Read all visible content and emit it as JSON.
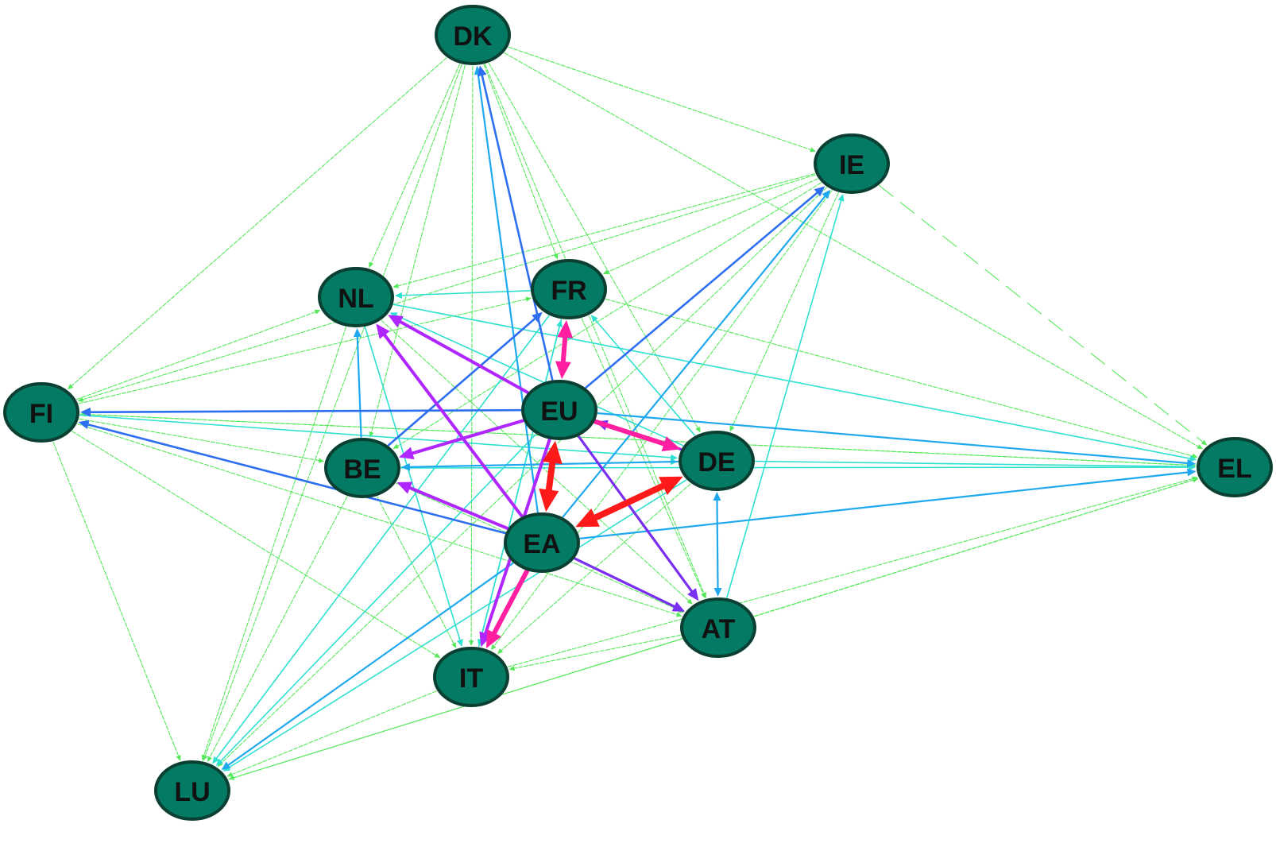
{
  "nodes": [
    {
      "id": "DK",
      "label": "DK"
    },
    {
      "id": "IE",
      "label": "IE"
    },
    {
      "id": "FR",
      "label": "FR"
    },
    {
      "id": "NL",
      "label": "NL"
    },
    {
      "id": "FI",
      "label": "FI"
    },
    {
      "id": "EU",
      "label": "EU"
    },
    {
      "id": "BE",
      "label": "BE"
    },
    {
      "id": "DE",
      "label": "DE"
    },
    {
      "id": "EL",
      "label": "EL"
    },
    {
      "id": "EA",
      "label": "EA"
    },
    {
      "id": "AT",
      "label": "AT"
    },
    {
      "id": "IT",
      "label": "IT"
    },
    {
      "id": "LU",
      "label": "LU"
    }
  ],
  "colors": {
    "node_fill": "#037a63",
    "node_stroke": "#0b3f32",
    "label": "#111111",
    "strength_1": "#55e85a",
    "strength_2": "#2fe0d0",
    "strength_3": "#1fa8ee",
    "strength_4": "#2e6ef0",
    "strength_5": "#7a2ef0",
    "strength_6": "#b026ff",
    "strength_7": "#ff1fa0",
    "strength_8": "#ff1a1a"
  },
  "edges": [
    {
      "from": "EA",
      "to": "EU",
      "strength": 8,
      "bidirectional": true
    },
    {
      "from": "EA",
      "to": "DE",
      "strength": 8,
      "bidirectional": true
    },
    {
      "from": "EU",
      "to": "FR",
      "strength": 7,
      "bidirectional": true
    },
    {
      "from": "EU",
      "to": "DE",
      "strength": 7
    },
    {
      "from": "EA",
      "to": "IT",
      "strength": 7
    },
    {
      "from": "EU",
      "to": "IT",
      "strength": 6
    },
    {
      "from": "EU",
      "to": "NL",
      "strength": 6
    },
    {
      "from": "EA",
      "to": "NL",
      "strength": 6
    },
    {
      "from": "EU",
      "to": "BE",
      "strength": 6
    },
    {
      "from": "EA",
      "to": "BE",
      "strength": 6
    },
    {
      "from": "EA",
      "to": "AT",
      "strength": 5
    },
    {
      "from": "EU",
      "to": "AT",
      "strength": 5
    },
    {
      "from": "DE",
      "to": "EU",
      "strength": 5
    },
    {
      "from": "EU",
      "to": "DK",
      "strength": 4
    },
    {
      "from": "EU",
      "to": "FI",
      "strength": 4
    },
    {
      "from": "EA",
      "to": "FI",
      "strength": 4
    },
    {
      "from": "BE",
      "to": "FR",
      "strength": 4
    },
    {
      "from": "EU",
      "to": "IE",
      "strength": 4
    },
    {
      "from": "EA",
      "to": "IE",
      "strength": 3
    },
    {
      "from": "EA",
      "to": "DK",
      "strength": 3
    },
    {
      "from": "DE",
      "to": "BE",
      "strength": 3
    },
    {
      "from": "EA",
      "to": "EL",
      "strength": 3
    },
    {
      "from": "EU",
      "to": "EL",
      "strength": 3
    },
    {
      "from": "DE",
      "to": "AT",
      "strength": 3,
      "bidirectional": true
    },
    {
      "from": "EA",
      "to": "LU",
      "strength": 3
    },
    {
      "from": "BE",
      "to": "NL",
      "strength": 3
    },
    {
      "from": "FR",
      "to": "NL",
      "strength": 2
    },
    {
      "from": "DE",
      "to": "FR",
      "strength": 2
    },
    {
      "from": "DE",
      "to": "NL",
      "strength": 2
    },
    {
      "from": "NL",
      "to": "IT",
      "strength": 2
    },
    {
      "from": "EU",
      "to": "LU",
      "strength": 2
    },
    {
      "from": "FR",
      "to": "IT",
      "strength": 2
    },
    {
      "from": "BE",
      "to": "DE",
      "strength": 2
    },
    {
      "from": "FR",
      "to": "LU",
      "strength": 2
    },
    {
      "from": "IT",
      "to": "FR",
      "strength": 2
    },
    {
      "from": "FI",
      "to": "DE",
      "strength": 2
    },
    {
      "from": "NL",
      "to": "EL",
      "strength": 2
    },
    {
      "from": "BE",
      "to": "EL",
      "strength": 2
    },
    {
      "from": "DE",
      "to": "EL",
      "strength": 2
    },
    {
      "from": "EU",
      "to": "IT",
      "strength": 2
    },
    {
      "from": "DE",
      "to": "LU",
      "strength": 2
    },
    {
      "from": "AT",
      "to": "IE",
      "strength": 2
    },
    {
      "from": "DK",
      "to": "FI",
      "strength": 1
    },
    {
      "from": "DK",
      "to": "IE",
      "strength": 1
    },
    {
      "from": "DK",
      "to": "EL",
      "strength": 1
    },
    {
      "from": "DK",
      "to": "NL",
      "strength": 1
    },
    {
      "from": "DK",
      "to": "FR",
      "strength": 1
    },
    {
      "from": "DK",
      "to": "BE",
      "strength": 1
    },
    {
      "from": "DK",
      "to": "DE",
      "strength": 1
    },
    {
      "from": "DK",
      "to": "AT",
      "strength": 1
    },
    {
      "from": "DK",
      "to": "IT",
      "strength": 1
    },
    {
      "from": "DK",
      "to": "LU",
      "strength": 1
    },
    {
      "from": "IE",
      "to": "NL",
      "strength": 1
    },
    {
      "from": "IE",
      "to": "FR",
      "strength": 1
    },
    {
      "from": "IE",
      "to": "FI",
      "strength": 1
    },
    {
      "from": "IE",
      "to": "BE",
      "strength": 1
    },
    {
      "from": "IE",
      "to": "DE",
      "strength": 1
    },
    {
      "from": "IE",
      "to": "EL",
      "strength": 1,
      "dashed": true
    },
    {
      "from": "IE",
      "to": "IT",
      "strength": 1
    },
    {
      "from": "IE",
      "to": "LU",
      "strength": 1
    },
    {
      "from": "FI",
      "to": "NL",
      "strength": 1
    },
    {
      "from": "FI",
      "to": "FR",
      "strength": 1
    },
    {
      "from": "FI",
      "to": "BE",
      "strength": 1
    },
    {
      "from": "FI",
      "to": "EL",
      "strength": 1
    },
    {
      "from": "FI",
      "to": "AT",
      "strength": 1
    },
    {
      "from": "FI",
      "to": "IT",
      "strength": 1
    },
    {
      "from": "FI",
      "to": "LU",
      "strength": 1
    },
    {
      "from": "NL",
      "to": "AT",
      "strength": 1
    },
    {
      "from": "NL",
      "to": "LU",
      "strength": 1
    },
    {
      "from": "FR",
      "to": "AT",
      "strength": 1
    },
    {
      "from": "FR",
      "to": "EL",
      "strength": 1
    },
    {
      "from": "BE",
      "to": "IT",
      "strength": 1
    },
    {
      "from": "BE",
      "to": "AT",
      "strength": 1
    },
    {
      "from": "BE",
      "to": "LU",
      "strength": 1
    },
    {
      "from": "DE",
      "to": "IT",
      "strength": 1
    },
    {
      "from": "AT",
      "to": "EL",
      "strength": 1
    },
    {
      "from": "AT",
      "to": "IT",
      "strength": 1
    },
    {
      "from": "AT",
      "to": "LU",
      "strength": 1
    },
    {
      "from": "IT",
      "to": "EL",
      "strength": 1
    },
    {
      "from": "IT",
      "to": "LU",
      "strength": 1
    },
    {
      "from": "LU",
      "to": "EL",
      "strength": 1
    },
    {
      "from": "EL",
      "to": "FI",
      "strength": 1
    }
  ]
}
